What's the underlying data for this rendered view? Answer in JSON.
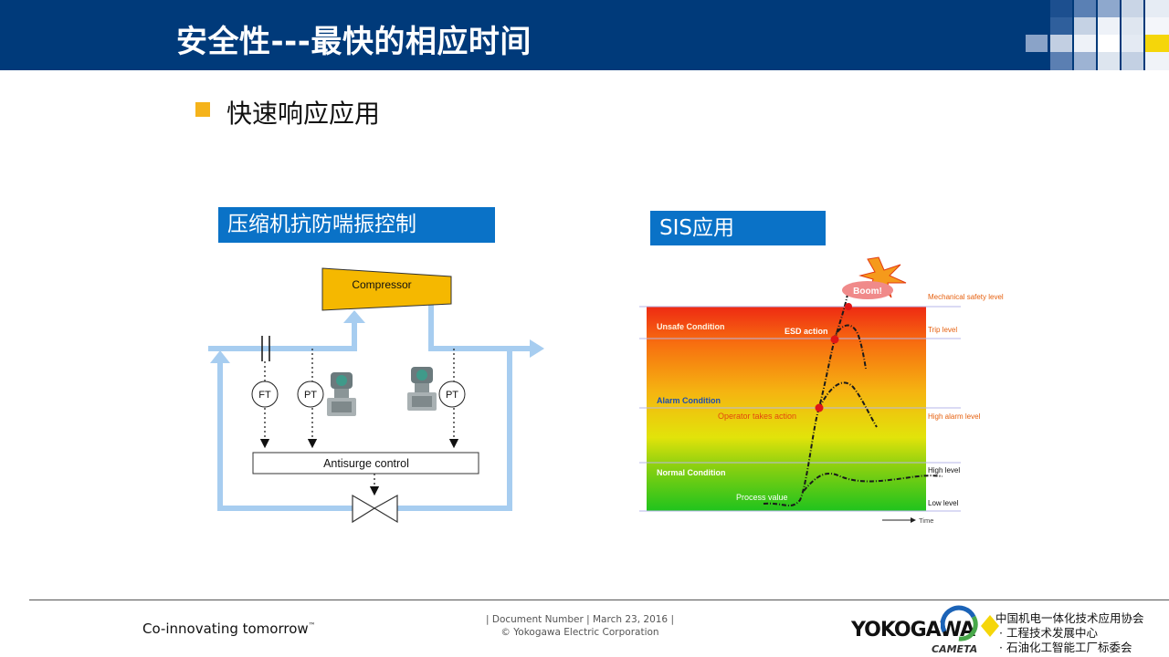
{
  "header": {
    "title": "安全性---最快的相应时间",
    "bg_color": "#003a7a"
  },
  "bullet": {
    "text": "快速响应应用",
    "color": "#f5b31b"
  },
  "left_panel": {
    "tag": "压缩机抗防喘振控制",
    "compressor_label": "Compressor",
    "instruments": [
      "FT",
      "PT",
      "PT"
    ],
    "controller_label": "Antisurge control",
    "icons": [
      "transmitter-icon",
      "valve-icon",
      "flow-arrow-icon"
    ]
  },
  "right_panel": {
    "tag": "SIS应用",
    "zones": {
      "unsafe": "Unsafe Condition",
      "alarm": "Alarm Condition",
      "normal": "Normal Condition"
    },
    "levels": {
      "mechanical": "Mechanical safety level",
      "trip": "Trip level",
      "high_alarm": "High alarm level",
      "high": "High level",
      "low": "Low level"
    },
    "annotations": {
      "boom": "Boom!",
      "esd": "ESD action",
      "operator": "Operator takes action",
      "process": "Process value",
      "time": "Time"
    }
  },
  "footer": {
    "slogan": "Co-innovating tomorrow",
    "trademark": "™",
    "doc_info": "| Document Number | March 23, 2016 |",
    "copyright": "© Yokogawa Electric Corporation",
    "brand": "YOKOGAWA",
    "sub_brand": "CAMETA",
    "org_lines": [
      "中国机电一体化技术应用协会",
      "· 工程技术发展中心",
      "· 石油化工智能工厂标委会"
    ]
  }
}
